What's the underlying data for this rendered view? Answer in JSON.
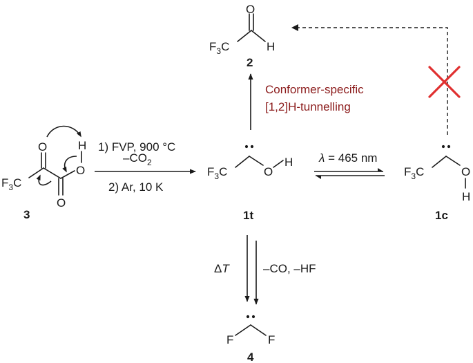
{
  "atoms": {
    "f3": "F",
    "f3_sub": "3",
    "c": "C",
    "o": "O",
    "h": "H",
    "f": "F"
  },
  "compounds": {
    "c3": "3",
    "c2": "2",
    "c1t": "1t",
    "c1c": "1c",
    "c4": "4"
  },
  "conditions": {
    "step1": "1) FVP, 900 °C",
    "co2_prefix": "–CO",
    "co2_sub": "2",
    "step2": "2) Ar, 10 K",
    "wavelength_symbol": "λ",
    "wavelength_value": " = 465 nm",
    "tunnel_line1": "Conformer-specific",
    "tunnel_line2": "[1,2]H-tunnelling",
    "delta": "Δ",
    "temp": "T",
    "elim": "–CO, –HF"
  },
  "colors": {
    "accent_text": "#8b1a1a",
    "cross": "#e03030"
  }
}
